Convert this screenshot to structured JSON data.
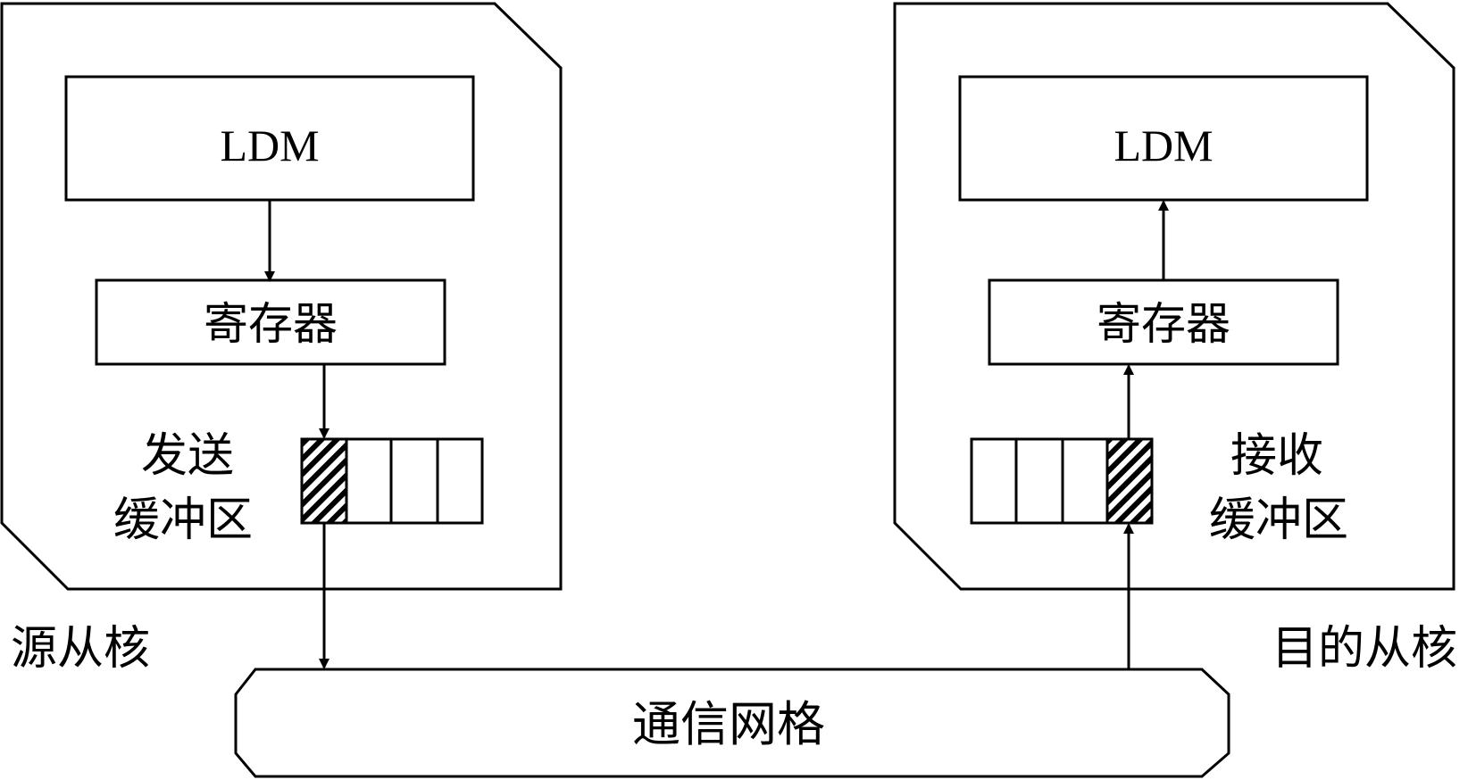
{
  "source_core": {
    "label": "源从核",
    "ldm_label": "LDM",
    "register_label": "寄存器",
    "buffer_label_line1": "发送",
    "buffer_label_line2": "缓冲区"
  },
  "dest_core": {
    "label": "目的从核",
    "ldm_label": "LDM",
    "register_label": "寄存器",
    "buffer_label_line1": "接收",
    "buffer_label_line2": "缓冲区"
  },
  "network": {
    "label": "通信网格"
  },
  "colors": {
    "stroke": "#000000",
    "background": "#ffffff"
  }
}
